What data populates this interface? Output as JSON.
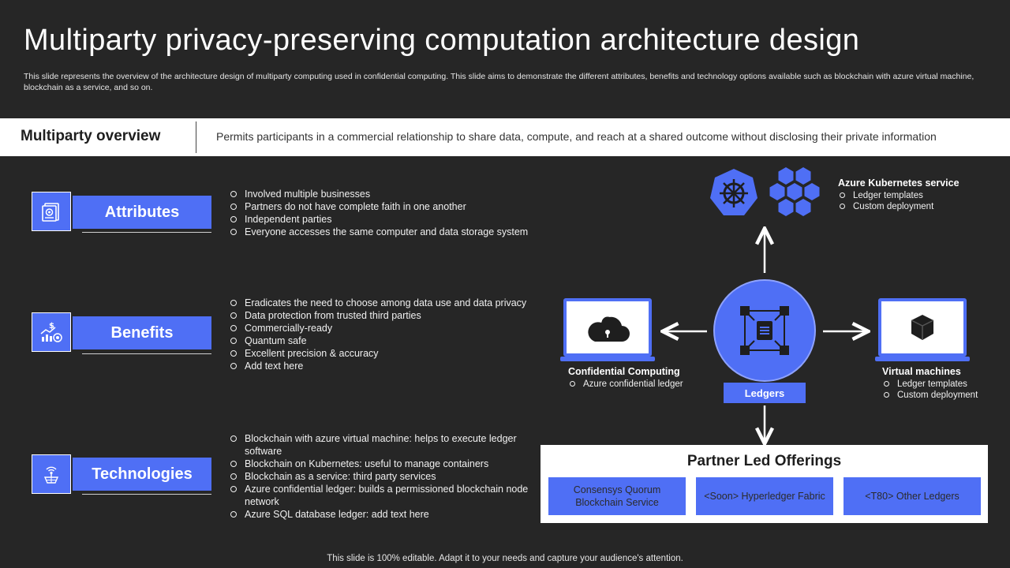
{
  "title": "Multiparty privacy-preserving computation architecture design",
  "subtitle": "This slide represents the overview of the architecture design of multiparty computing used in confidential computing. This slide aims to demonstrate the different attributes, benefits and technology options available such as blockchain with azure virtual machine, blockchain as a service, and so on.",
  "overview": {
    "label": "Multiparty overview",
    "text": "Permits participants in a commercial relationship to share data, compute, and reach at a shared outcome without disclosing their private information"
  },
  "sections": [
    {
      "label": "Attributes",
      "icon": "certificate-icon",
      "bullets": [
        "Involved  multiple businesses",
        "Partners do not have complete faith in one another",
        "Independent  parties",
        "Everyone  accesses the same computer and data storage system"
      ]
    },
    {
      "label": "Benefits",
      "icon": "growth-chart-icon",
      "bullets": [
        "Eradicates the need to choose among data use and data privacy",
        "Data protection from trusted third parties",
        "Commercially-ready",
        "Quantum safe",
        "Excellent precision & accuracy",
        "Add text here"
      ]
    },
    {
      "label": "Technologies",
      "icon": "network-globe-icon",
      "bullets": [
        "Blockchain with azure virtual  machine:  helps to execute ledger software",
        "Blockchain on Kubernetes:  useful to manage containers",
        "Blockchain as a service:  third party services",
        "Azure confidential ledger:  builds a permissioned blockchain node network",
        "Azure SQL database ledger:  add text here"
      ]
    }
  ],
  "diagram": {
    "kubernetes": {
      "title": "Azure Kubernetes service",
      "items": [
        "Ledger templates",
        "Custom deployment"
      ]
    },
    "confidential": {
      "title": "Confidential Computing",
      "items": [
        "Azure confidential ledger"
      ]
    },
    "vms": {
      "title": "Virtual machines",
      "items": [
        "Ledger templates",
        "Custom deployment"
      ]
    },
    "ledgers_label": "Ledgers",
    "partner": {
      "title": "Partner Led Offerings",
      "offerings": [
        "Consensys Quorum Blockchain Service",
        "<Soon> Hyperledger  Fabric",
        "<T80> Other Ledgers"
      ]
    }
  },
  "footer": "This slide is 100% editable. Adapt it to your needs and capture your audience's attention.",
  "colors": {
    "background": "#262626",
    "accent": "#4f6ff5",
    "white": "#ffffff"
  }
}
